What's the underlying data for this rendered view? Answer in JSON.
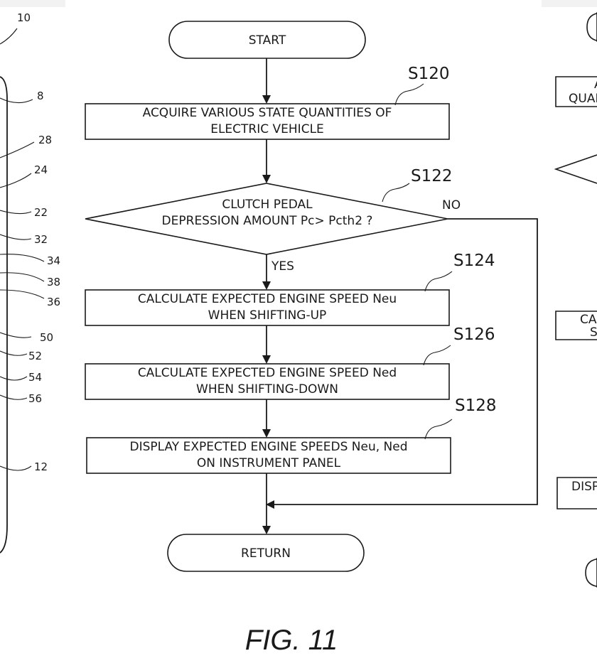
{
  "flowchart": {
    "start": "START",
    "return": "RETURN",
    "steps": [
      {
        "id": "S120",
        "lines": [
          "ACQUIRE VARIOUS STATE QUANTITIES OF",
          "ELECTRIC VEHICLE"
        ]
      },
      {
        "id": "S122",
        "lines": [
          "CLUTCH PEDAL",
          "DEPRESSION AMOUNT Pc> Pcth2 ?"
        ],
        "yes": "YES",
        "no": "NO"
      },
      {
        "id": "S124",
        "lines": [
          "CALCULATE EXPECTED ENGINE SPEED Neu",
          "WHEN SHIFTING-UP"
        ]
      },
      {
        "id": "S126",
        "lines": [
          "CALCULATE EXPECTED ENGINE SPEED Ned",
          "WHEN SHIFTING-DOWN"
        ]
      },
      {
        "id": "S128",
        "lines": [
          "DISPLAY EXPECTED ENGINE SPEEDS Neu, Ned",
          "ON INSTRUMENT PANEL"
        ]
      }
    ]
  },
  "caption": "FIG. 11",
  "left_panel": {
    "refs": [
      "10",
      "8",
      "28",
      "24",
      "22",
      "32",
      "34",
      "38",
      "36",
      "50",
      "52",
      "54",
      "56",
      "12"
    ]
  },
  "right_panel": {
    "fragments": [
      "A",
      "QUAN",
      "CA",
      "S",
      "DISP"
    ]
  }
}
